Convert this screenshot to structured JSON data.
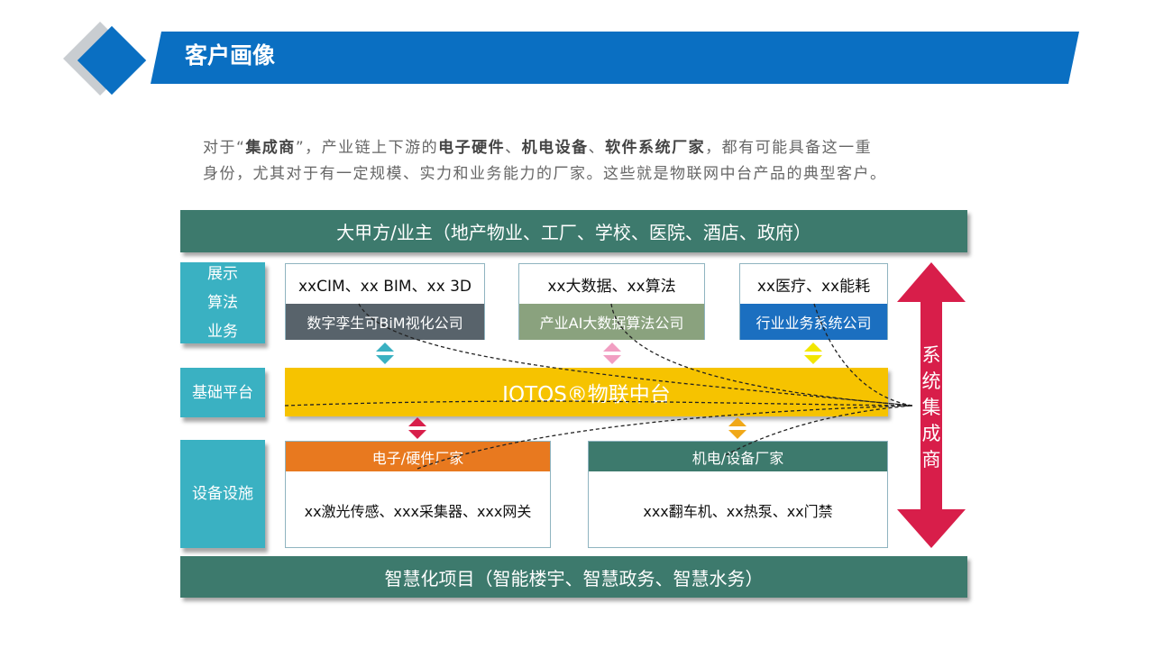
{
  "header": {
    "title": "客户画像"
  },
  "intro": {
    "line1": [
      {
        "t": "对于“",
        "b": false
      },
      {
        "t": "集成商",
        "b": true
      },
      {
        "t": "”，产业链上下游的",
        "b": false
      },
      {
        "t": "电子硬件",
        "b": true
      },
      {
        "t": "、",
        "b": false
      },
      {
        "t": "机电设备",
        "b": true
      },
      {
        "t": "、",
        "b": false
      },
      {
        "t": "软件系统厂家",
        "b": true
      },
      {
        "t": "，都有可能具备这一重",
        "b": false
      }
    ],
    "line2": "身份，尤其对于有一定规模、实力和业务能力的厂家。这些就是物联网中台产品的典型客户。"
  },
  "diagram": {
    "top_bar": "大甲方/业主（地产物业、工厂、学校、医院、酒店、政府）",
    "bottom_bar": "智慧化项目（智能楼宇、智慧政务、智慧水务）",
    "labels": {
      "app": "展示\n算法\n业务",
      "app_lines": [
        "展示",
        "算法",
        "业务"
      ],
      "platform": "基础平台",
      "device": "设备设施"
    },
    "app_boxes": [
      {
        "top": "xxCIM、xx BIM、xx 3D",
        "bottom": "数字孪生可BiM视化公司",
        "color": "#58636b"
      },
      {
        "top": "xx大数据、xx算法",
        "bottom": "产业AI大数据算法公司",
        "color": "#8aa27e"
      },
      {
        "top": "xx医疗、xx能耗",
        "bottom": "行业业务系统公司",
        "color": "#1b6fc0"
      }
    ],
    "platform": "IOTOS®物联中台",
    "device_boxes": [
      {
        "header": "电子/硬件厂家",
        "content": "xx激光传感、xxx采集器、xxx网关",
        "color": "#e8791f"
      },
      {
        "header": "机电/设备厂家",
        "content": "xxx翻车机、xx热泵、xx门禁",
        "color": "#3d7a6d"
      }
    ],
    "integrator": [
      "系",
      "统",
      "集",
      "成",
      "商"
    ],
    "colors": {
      "accent": "#0a6fc2",
      "teal": "#3d7a6d",
      "cyan": "#3ab1c2",
      "yellow": "#f6c300",
      "red": "#d81e4a"
    }
  }
}
